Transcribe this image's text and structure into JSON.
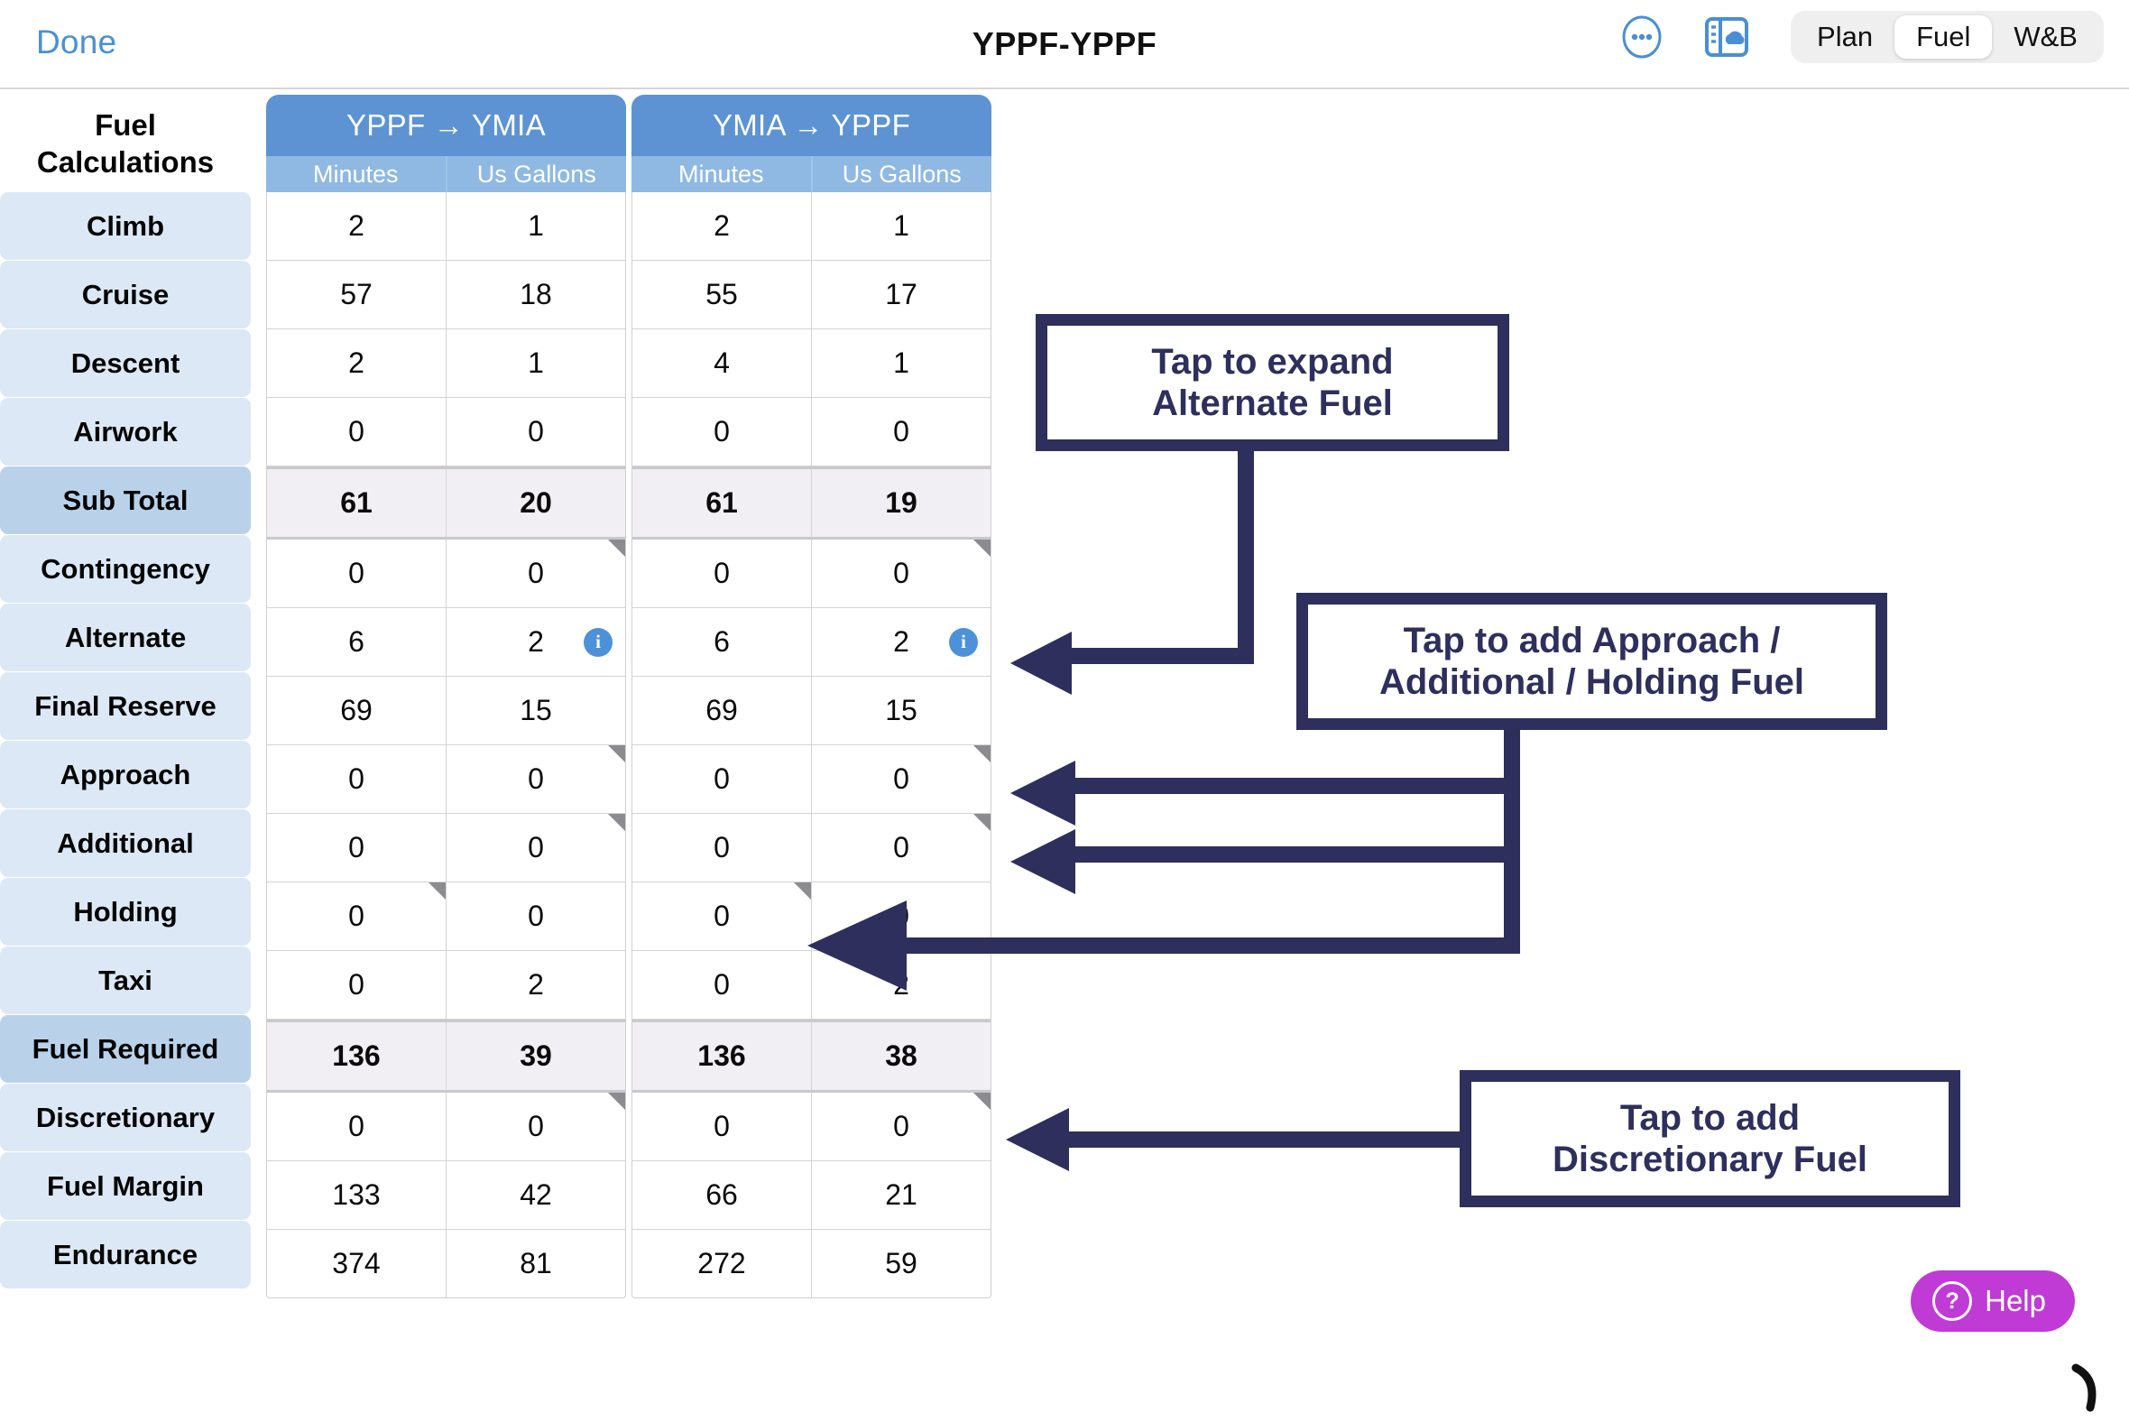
{
  "topbar": {
    "done_label": "Done",
    "title": "YPPF-YPPF",
    "more_icon": "ellipsis-circle-icon",
    "briefing_icon": "briefing-cloud-icon",
    "segments": [
      {
        "label": "Plan",
        "active": false
      },
      {
        "label": "Fuel",
        "active": true
      },
      {
        "label": "W&B",
        "active": false
      }
    ]
  },
  "table": {
    "corner_title_line1": "Fuel",
    "corner_title_line2": "Calculations",
    "legs": [
      {
        "name": "YPPF → YMIA",
        "columns": [
          "Minutes",
          "Us Gallons"
        ]
      },
      {
        "name": "YMIA → YPPF",
        "columns": [
          "Minutes",
          "Us Gallons"
        ]
      }
    ],
    "rows": [
      {
        "label": "Climb",
        "emphasis": false,
        "total": false,
        "leg1": [
          "2",
          "1"
        ],
        "leg2": [
          "2",
          "1"
        ],
        "corner": null,
        "info": false
      },
      {
        "label": "Cruise",
        "emphasis": false,
        "total": false,
        "leg1": [
          "57",
          "18"
        ],
        "leg2": [
          "55",
          "17"
        ],
        "corner": null,
        "info": false
      },
      {
        "label": "Descent",
        "emphasis": false,
        "total": false,
        "leg1": [
          "2",
          "1"
        ],
        "leg2": [
          "4",
          "1"
        ],
        "corner": null,
        "info": false
      },
      {
        "label": "Airwork",
        "emphasis": false,
        "total": false,
        "leg1": [
          "0",
          "0"
        ],
        "leg2": [
          "0",
          "0"
        ],
        "corner": null,
        "info": false
      },
      {
        "label": "Sub Total",
        "emphasis": true,
        "total": true,
        "leg1": [
          "61",
          "20"
        ],
        "leg2": [
          "61",
          "19"
        ],
        "corner": null,
        "info": false
      },
      {
        "label": "Contingency",
        "emphasis": false,
        "total": false,
        "leg1": [
          "0",
          "0"
        ],
        "leg2": [
          "0",
          "0"
        ],
        "corner": "gallons",
        "info": false
      },
      {
        "label": "Alternate",
        "emphasis": false,
        "total": false,
        "leg1": [
          "6",
          "2"
        ],
        "leg2": [
          "6",
          "2"
        ],
        "corner": null,
        "info": true
      },
      {
        "label": "Final Reserve",
        "emphasis": false,
        "total": false,
        "leg1": [
          "69",
          "15"
        ],
        "leg2": [
          "69",
          "15"
        ],
        "corner": null,
        "info": false
      },
      {
        "label": "Approach",
        "emphasis": false,
        "total": false,
        "leg1": [
          "0",
          "0"
        ],
        "leg2": [
          "0",
          "0"
        ],
        "corner": "gallons",
        "info": false
      },
      {
        "label": "Additional",
        "emphasis": false,
        "total": false,
        "leg1": [
          "0",
          "0"
        ],
        "leg2": [
          "0",
          "0"
        ],
        "corner": "gallons",
        "info": false
      },
      {
        "label": "Holding",
        "emphasis": false,
        "total": false,
        "leg1": [
          "0",
          "0"
        ],
        "leg2": [
          "0",
          "0"
        ],
        "corner": "minutes",
        "info": false
      },
      {
        "label": "Taxi",
        "emphasis": false,
        "total": false,
        "leg1": [
          "0",
          "2"
        ],
        "leg2": [
          "0",
          "2"
        ],
        "corner": null,
        "info": false
      },
      {
        "label": "Fuel Required",
        "emphasis": true,
        "total": true,
        "leg1": [
          "136",
          "39"
        ],
        "leg2": [
          "136",
          "38"
        ],
        "corner": null,
        "info": false
      },
      {
        "label": "Discretionary",
        "emphasis": false,
        "total": false,
        "leg1": [
          "0",
          "0"
        ],
        "leg2": [
          "0",
          "0"
        ],
        "corner": "gallons",
        "info": false
      },
      {
        "label": "Fuel Margin",
        "emphasis": false,
        "total": false,
        "leg1": [
          "133",
          "42"
        ],
        "leg2": [
          "66",
          "21"
        ],
        "corner": null,
        "info": false
      },
      {
        "label": "Endurance",
        "emphasis": false,
        "total": false,
        "leg1": [
          "374",
          "81"
        ],
        "leg2": [
          "272",
          "59"
        ],
        "corner": null,
        "info": false
      }
    ]
  },
  "annotations": [
    {
      "line1": "Tap to expand",
      "line2": "Alternate Fuel"
    },
    {
      "line1": "Tap to add Approach /",
      "line2": "Additional / Holding Fuel"
    },
    {
      "line1": "Tap to add",
      "line2": "Discretionary Fuel"
    }
  ],
  "help": {
    "label": "Help",
    "icon": "question-circle-icon"
  },
  "colors": {
    "accent_blue": "#4a8fd4",
    "header_blue": "#5d93d2",
    "subheader_blue": "#8fb9e3",
    "row_label_blue": "#dde8f6",
    "row_label_emph_blue": "#b9d2ea",
    "annotation_navy": "#2e2f5c",
    "help_purple": "#c03ad6"
  }
}
